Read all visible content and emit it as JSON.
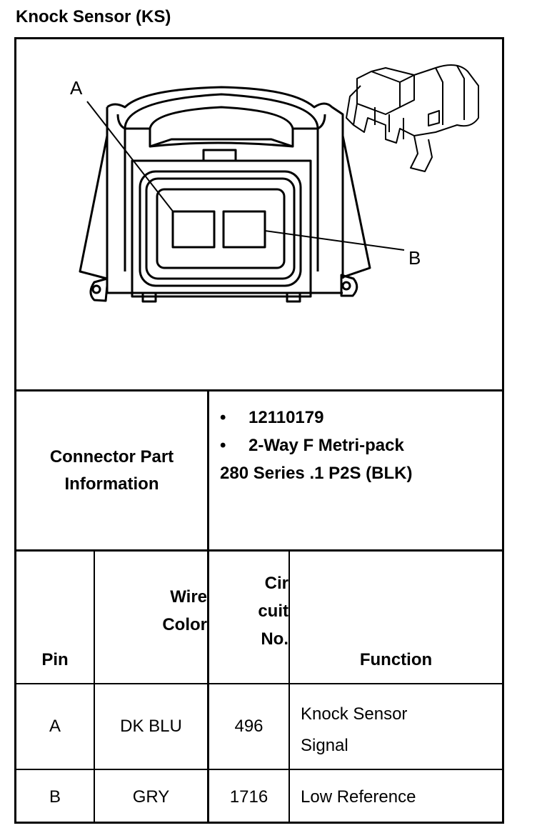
{
  "title": "Knock Sensor (KS)",
  "diagram": {
    "label_a": "A",
    "label_b": "B"
  },
  "part_info": {
    "label_line1": "Connector Part",
    "label_line2": "Information",
    "bullet1": "12110179",
    "bullet2": "2-Way F Metri-pack",
    "line3": "280 Series .1 P2S (BLK)"
  },
  "table": {
    "headers": {
      "pin": "Pin",
      "wire1": "Wire",
      "wire2": "Color",
      "cir1": "Cir",
      "cir2": "cuit",
      "cir3": "No.",
      "function": "Function"
    },
    "rows": [
      {
        "pin": "A",
        "color": "DK BLU",
        "circuit": "496",
        "function1": "Knock Sensor",
        "function2": "Signal"
      },
      {
        "pin": "B",
        "color": "GRY",
        "circuit": "1716",
        "function1": "Low Reference",
        "function2": ""
      }
    ]
  }
}
